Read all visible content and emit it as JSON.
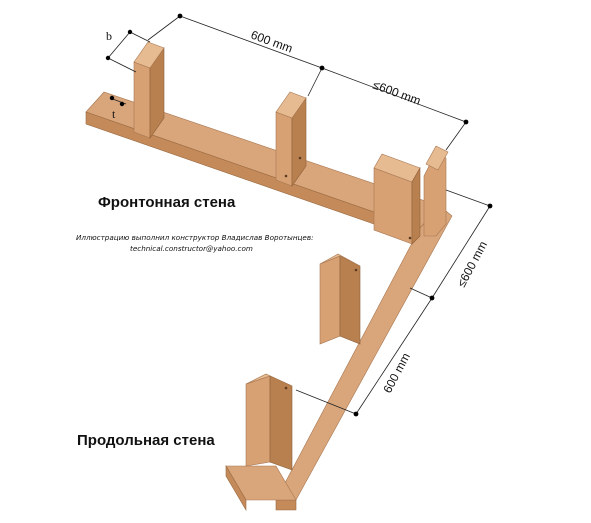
{
  "labels": {
    "gable_wall": "Фронтонная стена",
    "long_wall": "Продольная стена",
    "credit_line1": "Иллюстрацию выполнил конструктор Владислав Воротынцев:",
    "credit_line2": "technical.constructor@yahoo.com"
  },
  "dimensions": {
    "top_spacing": "600 mm",
    "top_spacing_max": "≤600 mm",
    "side_spacing_max": "≤600 mm",
    "side_spacing": "600 mm",
    "var_b": "b",
    "var_t": "t"
  }
}
